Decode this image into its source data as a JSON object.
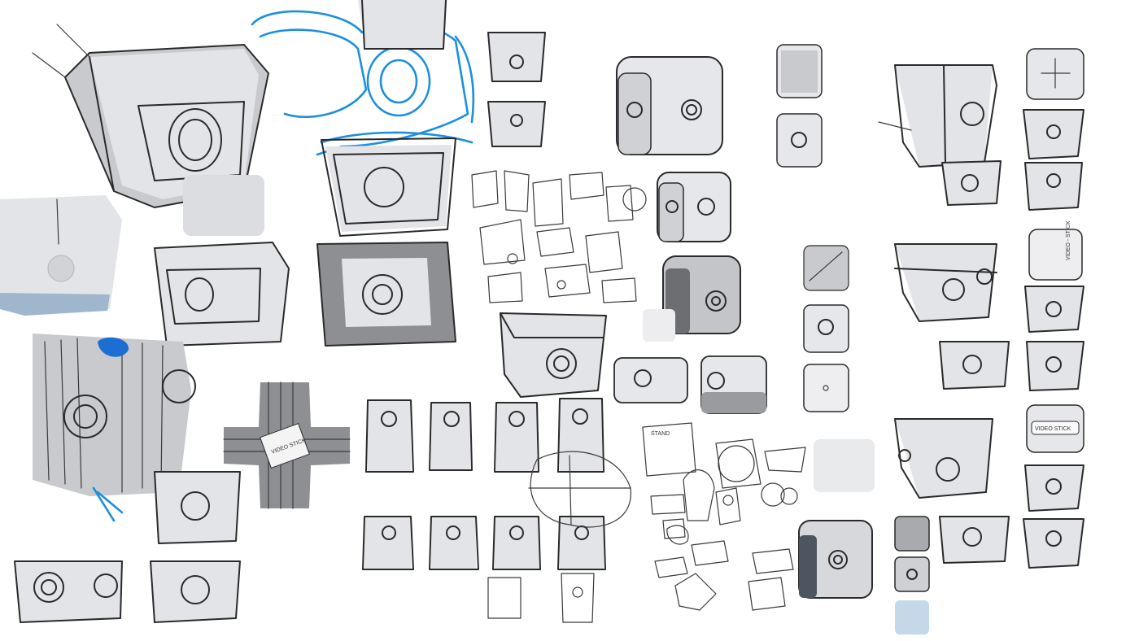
{
  "image": {
    "kind": "industrial design sketch sheet",
    "subject": "cube-shaped camera / webcam concept sketches",
    "palette": {
      "ink": "#2a2a2a",
      "marker_grey_light": "#e3e4e7",
      "marker_grey_mid": "#c9cacd",
      "marker_grey_dark": "#8e8f93",
      "accent_blue": "#1c8fe0",
      "paper": "#ffffff"
    }
  },
  "labels": {
    "cross_label": "VIDEO STICK",
    "side_label_a": "VIDEO - STICK",
    "side_label_b": "VIDEO STICK",
    "bracket_label": "STAND"
  }
}
